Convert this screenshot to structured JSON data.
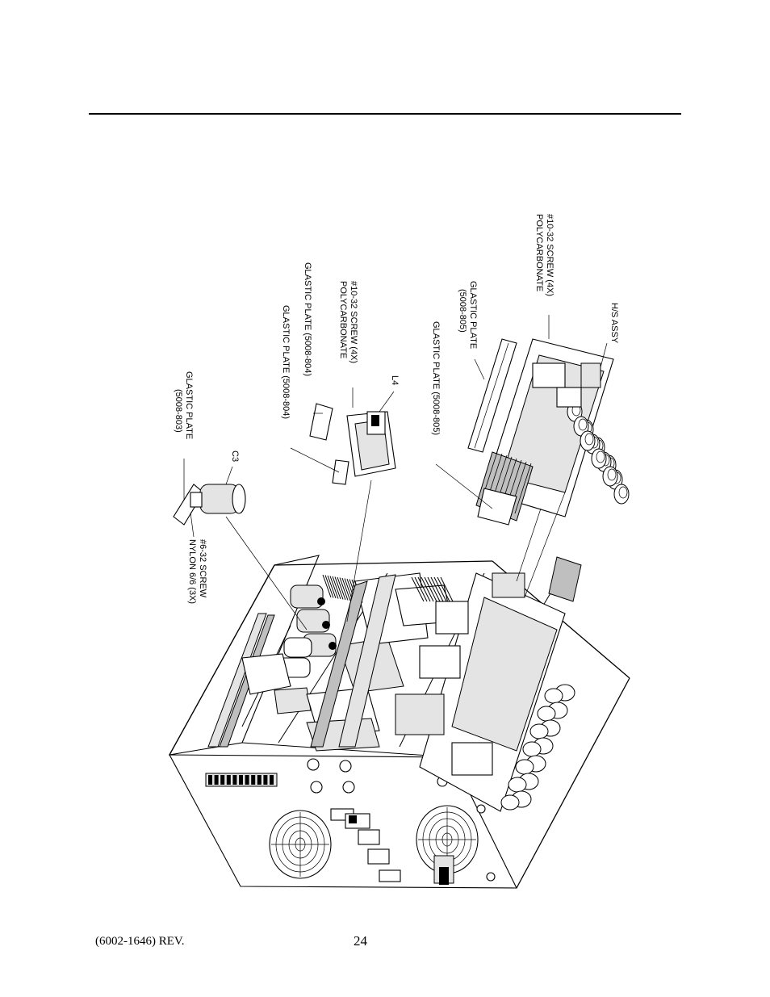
{
  "footer": {
    "doc_number": "(6002-1646) REV.",
    "page_number": "24"
  },
  "labels": {
    "screw_10_32_top_1": "#10-32 SCREW (4X)",
    "screw_10_32_top_2": "POLYCARBONATE",
    "hs_assy": "H/S ASSY",
    "glastic_5008_805_a_1": "GLASTIC PLATE",
    "glastic_5008_805_a_2": "(5008-805)",
    "glastic_5008_805_b": "GLASTIC PLATE (5008-805)",
    "glastic_5008_804_a": "GLASTIC PLATE (5008-804)",
    "screw_10_32_mid_1": "#10-32 SCREW (4X)",
    "screw_10_32_mid_2": "POLYCARBONATE",
    "l4": "L4",
    "glastic_5008_804_b": "GLASTIC PLATE (5008-804)",
    "glastic_5008_803_1": "GLASTIC PLATE",
    "glastic_5008_803_2": "(5008-803)",
    "c3": "C3",
    "screw_6_32_1": "#6-32  SCREW",
    "screw_6_32_2": "NYLON 6/6 (3X)"
  }
}
